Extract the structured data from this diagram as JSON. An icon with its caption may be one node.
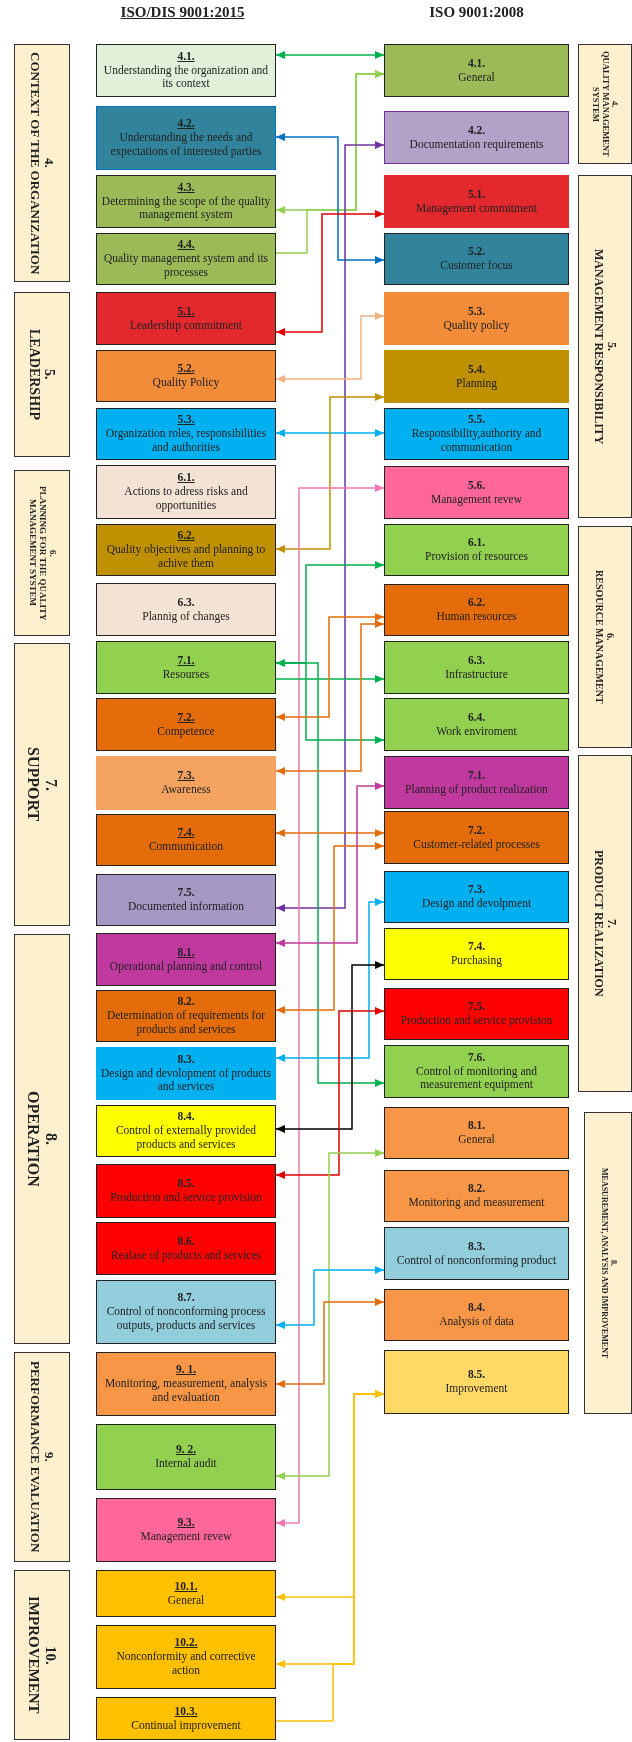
{
  "diagram": {
    "nodes": [
      {
        "text": [
          "4.",
          "CONTEXT OF THE ORGANIZATION"
        ]
      },
      {
        "text": [
          "4.1.",
          "Understanding the organization and its context"
        ]
      },
      {
        "text": [
          "4.2.",
          "Understanding the needs and expectations of interested parties"
        ]
      },
      {
        "text": [
          "4.3.",
          "Determining the scope of the quality management system"
        ]
      },
      {
        "text": [
          "4.4.",
          "Quality management system and its processes"
        ]
      },
      {
        "text": [
          "5.",
          "LEADERSHIP"
        ]
      },
      {
        "text": [
          "5.1.",
          "Leadership commitment"
        ]
      },
      {
        "text": [
          "5.2.",
          "Quality Policy"
        ]
      },
      {
        "text": [
          "5.3.",
          "Organization roles, responsibilities and authorities"
        ]
      },
      {
        "text": [
          "6.",
          "PLANNING FOR THE QUALITY MANAGEMENT SYSTEM"
        ]
      },
      {
        "text": [
          "6.1.",
          "Actions to adress risks and opportunities"
        ]
      },
      {
        "text": [
          "6.2.",
          "Quality objectives and planning to achive them"
        ]
      },
      {
        "text": [
          "6.3.",
          "Plannig of changes"
        ]
      },
      {
        "text": [
          "7.",
          "SUPPORT"
        ]
      },
      {
        "text": [
          "7.1.",
          "Resourses"
        ]
      },
      {
        "text": [
          "7.2.",
          "Competence"
        ]
      },
      {
        "text": [
          "7.3.",
          "Awareness"
        ]
      },
      {
        "text": [
          "7.4.",
          "Communication"
        ]
      },
      {
        "text": [
          "7.5.",
          "Documented information"
        ]
      },
      {
        "text": [
          "8.",
          "OPERATION"
        ]
      },
      {
        "text": [
          "8.1.",
          "Operational planning and control"
        ]
      },
      {
        "text": [
          "8.2.",
          "Determination of requirements for products and services"
        ]
      },
      {
        "text": [
          "8.3.",
          "Design and devolopment of products and services"
        ]
      },
      {
        "text": [
          "8.4.",
          "Control of externally provided products and services"
        ]
      },
      {
        "text": [
          "8.5.",
          "Production and service provision"
        ]
      },
      {
        "text": [
          "8.6.",
          "Realase of products and services"
        ]
      },
      {
        "text": [
          "8.7.",
          "Control of nonconforming process outputs, products and services"
        ]
      },
      {
        "text": [
          "9.",
          "PERFORMANCE EVALUATION"
        ]
      },
      {
        "text": [
          "9. 1.",
          "Monitoring, measurement, analysis and evaluation"
        ]
      },
      {
        "text": [
          "9. 2.",
          "Internal audit"
        ]
      },
      {
        "text": [
          "9.3.",
          "Management revew"
        ]
      },
      {
        "text": [
          "10.",
          "IMPROVEMENT"
        ]
      },
      {
        "text": [
          "10.1.",
          "General"
        ]
      },
      {
        "text": [
          "10.2.",
          "Nonconformity and corrective action"
        ]
      },
      {
        "text": [
          "10.3.",
          "Continual improvement"
        ]
      },
      {
        "text": [
          "4.1.",
          "General"
        ]
      },
      {
        "text": [
          "4.2.",
          "Documentation requirements"
        ]
      },
      {
        "text": [
          "4.",
          "QUALITY MANAGEMENT SYSTEM"
        ]
      },
      {
        "text": [
          "5.1.",
          "Management commitment"
        ]
      },
      {
        "text": [
          "5.2.",
          "Customer focus"
        ]
      },
      {
        "text": [
          "5.3.",
          "Quality policy"
        ]
      },
      {
        "text": [
          "5.4.",
          "Planning"
        ]
      },
      {
        "text": [
          "5.5.",
          "Responsibility,authority and communication"
        ]
      },
      {
        "text": [
          "5.6.",
          "Management revew"
        ]
      },
      {
        "text": [
          "5.",
          "MANAGEMENT RESPONSIBILITY"
        ]
      },
      {
        "text": [
          "6.1.",
          "Provision of resources"
        ]
      },
      {
        "text": [
          "6.2.",
          "Human resources"
        ]
      },
      {
        "text": [
          "6.3.",
          "Infrastructure"
        ]
      },
      {
        "text": [
          "6.4.",
          "Work enviroment"
        ]
      },
      {
        "text": [
          "6.",
          "RESOURCE MANAGEMENT"
        ]
      },
      {
        "text": [
          "7.1.",
          "Planning of product realization"
        ]
      },
      {
        "text": [
          "7.2.",
          "Customer-related processes"
        ]
      },
      {
        "text": [
          "7.3.",
          "Design and devolpment"
        ]
      },
      {
        "text": [
          "7.4.",
          "Purchasing"
        ]
      },
      {
        "text": [
          "7.5.",
          "Production and service provision"
        ]
      },
      {
        "text": [
          "7.6.",
          "Control of monitoring and measurement equipment"
        ]
      },
      {
        "text": [
          "7.",
          "PRODUCT REALIZATION"
        ]
      },
      {
        "text": [
          "8.1.",
          "General"
        ]
      },
      {
        "text": [
          "8.2.",
          "Monitoring and measurement"
        ]
      },
      {
        "text": [
          "8.3.",
          "Control of nonconforming product"
        ]
      },
      {
        "text": [
          "8.4.",
          "Analysis of data"
        ]
      },
      {
        "text": [
          "8.5.",
          "Improvement"
        ]
      },
      {
        "text": [
          "8.",
          "MEASUREMENT, ANALYSIS AND IMPROVEMENT"
        ]
      }
    ],
    "edges": [
      {
        "from": 1,
        "to": 35,
        "arrow": "both",
        "color": "#00b050"
      },
      {
        "from": 3,
        "to": 35,
        "arrow": "both",
        "color": "#92d050"
      },
      {
        "from": 4,
        "to": 35,
        "arrow": "to",
        "color": "#92d050"
      },
      {
        "from": 2,
        "to": 39,
        "arrow": "both",
        "color": "#0070c0"
      },
      {
        "from": 18,
        "to": 36,
        "arrow": "both",
        "color": "#7030a0"
      },
      {
        "from": 6,
        "to": 38,
        "arrow": "both",
        "color": "#e00000"
      },
      {
        "from": 7,
        "to": 40,
        "arrow": "both",
        "color": "#f4b183"
      },
      {
        "from": 8,
        "to": 42,
        "arrow": "both",
        "color": "#00b0f0"
      },
      {
        "from": 11,
        "to": 41,
        "arrow": "both",
        "color": "#bf9000"
      },
      {
        "from": 30,
        "to": 43,
        "arrow": "both",
        "color": "#f078b4"
      },
      {
        "from": 14,
        "to": 45,
        "arrow": "both",
        "color": "#00b050"
      },
      {
        "from": 14,
        "to": 47,
        "arrow": "to",
        "color": "#00b050"
      },
      {
        "from": 14,
        "to": 48,
        "arrow": "to",
        "color": "#00b050"
      },
      {
        "from": 14,
        "to": 55,
        "arrow": "to",
        "color": "#00b050"
      },
      {
        "from": 15,
        "to": 46,
        "arrow": "both",
        "color": "#e46c0a"
      },
      {
        "from": 16,
        "to": 46,
        "arrow": "both",
        "color": "#e46c0a"
      },
      {
        "from": 17,
        "to": 51,
        "arrow": "both",
        "color": "#e46c0a"
      },
      {
        "from": 21,
        "to": 51,
        "arrow": "both",
        "color": "#e46c0a"
      },
      {
        "from": 20,
        "to": 50,
        "arrow": "both",
        "color": "#c0399f"
      },
      {
        "from": 22,
        "to": 52,
        "arrow": "both",
        "color": "#00b0f0"
      },
      {
        "from": 23,
        "to": 53,
        "arrow": "both",
        "color": "#000000"
      },
      {
        "from": 24,
        "to": 54,
        "arrow": "both",
        "color": "#e00000"
      },
      {
        "from": 29,
        "to": 57,
        "arrow": "both",
        "color": "#92d050"
      },
      {
        "from": 26,
        "to": 59,
        "arrow": "both",
        "color": "#00b0f0"
      },
      {
        "from": 28,
        "to": 60,
        "arrow": "both",
        "color": "#e46c0a"
      },
      {
        "from": 32,
        "to": 61,
        "arrow": "both",
        "color": "#ffc000"
      },
      {
        "from": 33,
        "to": 61,
        "arrow": "both",
        "color": "#ffc000"
      },
      {
        "from": 34,
        "to": 61,
        "arrow": "to",
        "color": "#ffc000"
      }
    ],
    "labels": [
      "ISO/DIS 9001:2015",
      "ISO 9001:2008"
    ]
  }
}
